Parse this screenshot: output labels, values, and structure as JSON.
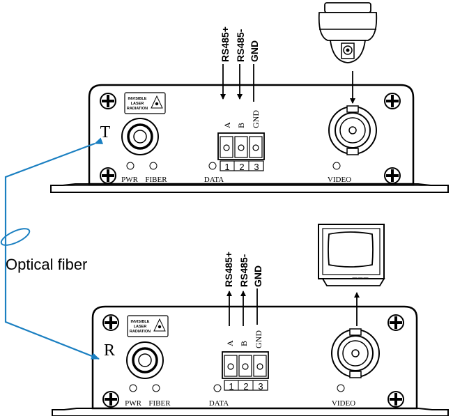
{
  "optical_fiber_label": "Optical fiber",
  "colors": {
    "fiber": "#1a7fc1",
    "line": "#000000"
  },
  "transmitter": {
    "side_letter": "T",
    "warning": [
      "INVISIBLE",
      "LASER",
      "RADIATION"
    ],
    "led_labels": {
      "pwr": "PWR",
      "fiber": "FIBER",
      "data": "DATA",
      "video": "VIDEO"
    },
    "terminal": {
      "letters": [
        "A",
        "B",
        "GND"
      ],
      "numbers": [
        "1",
        "2",
        "3"
      ]
    },
    "signals": [
      "RS485+",
      "RS485-",
      "GND"
    ],
    "camera_icon": "ptz-dome-camera-icon"
  },
  "receiver": {
    "side_letter": "R",
    "warning": [
      "INVISIBLE",
      "LASER",
      "RADIATION"
    ],
    "led_labels": {
      "pwr": "PWR",
      "fiber": "FIBER",
      "data": "DATA",
      "video": "VIDEO"
    },
    "terminal": {
      "letters": [
        "A",
        "B",
        "GND"
      ],
      "numbers": [
        "1",
        "2",
        "3"
      ]
    },
    "signals": [
      "RS485+",
      "RS485-",
      "GND"
    ],
    "monitor_icon": "crt-monitor-icon"
  }
}
